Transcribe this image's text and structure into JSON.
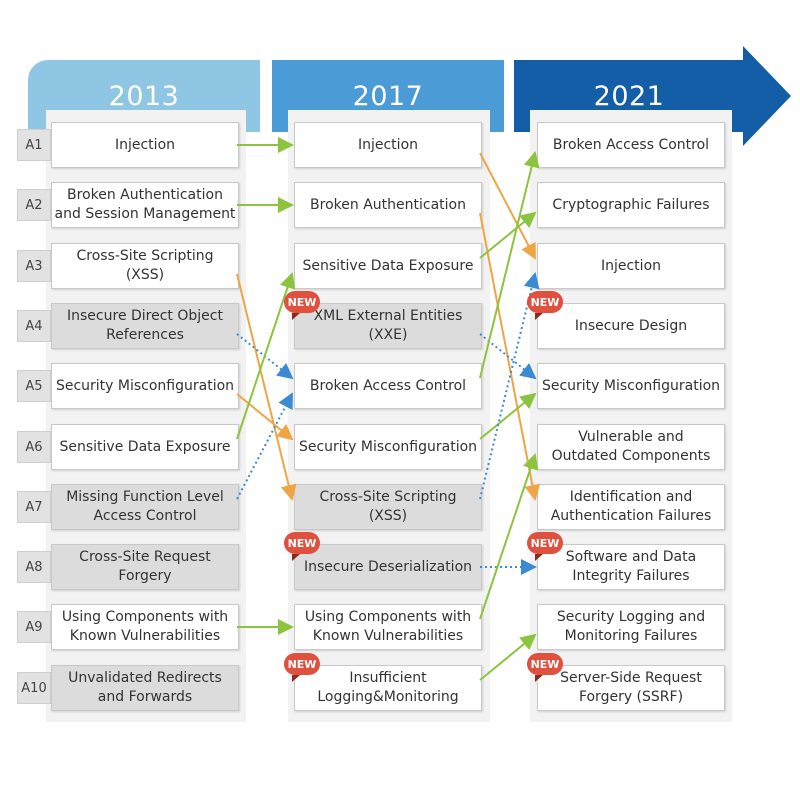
{
  "headers": {
    "y2013": "2013",
    "y2017": "2017",
    "y2021": "2021"
  },
  "ranks": [
    "A1",
    "A2",
    "A3",
    "A4",
    "A5",
    "A6",
    "A7",
    "A8",
    "A9",
    "A10"
  ],
  "list_2013": [
    {
      "label": "Injection",
      "grey": false
    },
    {
      "label": "Broken Authentication\nand Session Management",
      "grey": false
    },
    {
      "label": "Cross-Site Scripting\n(XSS)",
      "grey": false
    },
    {
      "label": "Insecure Direct Object\nReferences",
      "grey": true
    },
    {
      "label": "Security Misconfiguration",
      "grey": false
    },
    {
      "label": "Sensitive Data Exposure",
      "grey": false
    },
    {
      "label": "Missing Function Level\nAccess Control",
      "grey": true
    },
    {
      "label": "Cross-Site Request Forgery",
      "grey": true
    },
    {
      "label": "Using Components with\nKnown Vulnerabilities",
      "grey": false
    },
    {
      "label": "Unvalidated Redirects\nand Forwards",
      "grey": true
    }
  ],
  "list_2017": [
    {
      "label": "Injection",
      "grey": false,
      "new": false
    },
    {
      "label": "Broken Authentication",
      "grey": false,
      "new": false
    },
    {
      "label": "Sensitive Data Exposure",
      "grey": false,
      "new": false
    },
    {
      "label": "XML External Entities\n(XXE)",
      "grey": true,
      "new": true
    },
    {
      "label": "Broken Access Control",
      "grey": false,
      "new": false
    },
    {
      "label": "Security Misconfiguration",
      "grey": false,
      "new": false
    },
    {
      "label": "Cross-Site Scripting\n(XSS)",
      "grey": true,
      "new": false
    },
    {
      "label": "Insecure Deserialization",
      "grey": true,
      "new": true
    },
    {
      "label": "Using Components with\nKnown Vulnerabilities",
      "grey": false,
      "new": false
    },
    {
      "label": "Insufficient\nLogging&Monitoring",
      "grey": false,
      "new": true
    }
  ],
  "list_2021": [
    {
      "label": "Broken Access Control",
      "new": false
    },
    {
      "label": "Cryptographic Failures",
      "new": false
    },
    {
      "label": "Injection",
      "new": false
    },
    {
      "label": "Insecure Design",
      "new": true
    },
    {
      "label": "Security Misconfiguration",
      "new": false
    },
    {
      "label": "Vulnerable and\nOutdated Components",
      "new": false
    },
    {
      "label": "Identification and\nAuthentication Failures",
      "new": false
    },
    {
      "label": "Software and Data\nIntegrity Failures",
      "new": true
    },
    {
      "label": "Security Logging and\nMonitoring Failures",
      "new": false
    },
    {
      "label": "Server-Side Request\nForgery (SSRF)",
      "new": true
    }
  ],
  "new_badge": "NEW",
  "colors": {
    "moved_up": "#8cc43f",
    "moved_down": "#f0a545",
    "merged": "#3a8ad4"
  },
  "links_2013_2017": [
    {
      "from": 0,
      "to": 0,
      "kind": "moved_up"
    },
    {
      "from": 1,
      "to": 1,
      "kind": "moved_up"
    },
    {
      "from": 2,
      "to": 6,
      "kind": "moved_down"
    },
    {
      "from": 3,
      "to": 4,
      "kind": "merged"
    },
    {
      "from": 4,
      "to": 5,
      "kind": "moved_down"
    },
    {
      "from": 5,
      "to": 2,
      "kind": "moved_up"
    },
    {
      "from": 6,
      "to": 4,
      "kind": "merged"
    },
    {
      "from": 8,
      "to": 8,
      "kind": "moved_up"
    }
  ],
  "links_2017_2021": [
    {
      "from": 0,
      "to": 2,
      "kind": "moved_down"
    },
    {
      "from": 1,
      "to": 6,
      "kind": "moved_down"
    },
    {
      "from": 2,
      "to": 1,
      "kind": "moved_up"
    },
    {
      "from": 3,
      "to": 4,
      "kind": "merged"
    },
    {
      "from": 4,
      "to": 0,
      "kind": "moved_up"
    },
    {
      "from": 5,
      "to": 4,
      "kind": "moved_up"
    },
    {
      "from": 6,
      "to": 2,
      "kind": "merged"
    },
    {
      "from": 7,
      "to": 7,
      "kind": "merged"
    },
    {
      "from": 8,
      "to": 5,
      "kind": "moved_up"
    },
    {
      "from": 9,
      "to": 8,
      "kind": "moved_up"
    }
  ]
}
